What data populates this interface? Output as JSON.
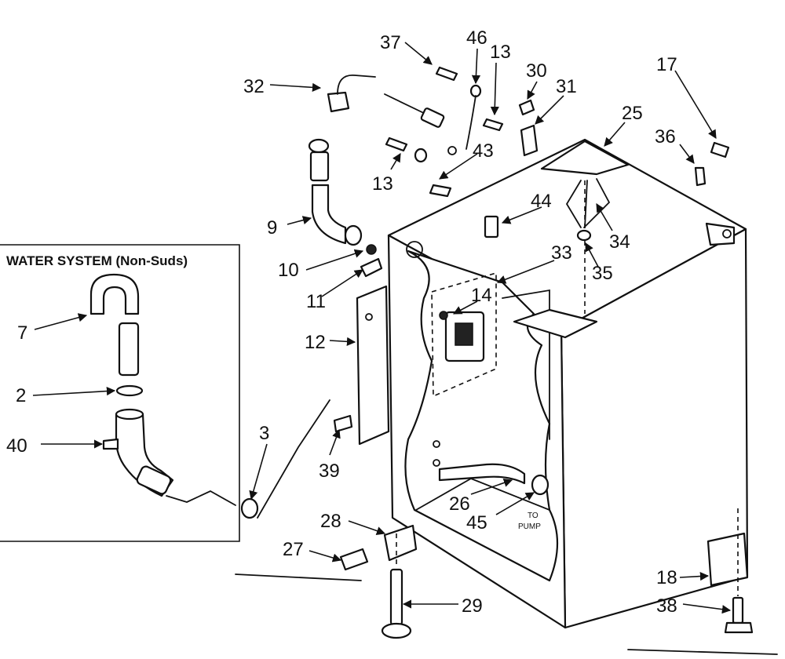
{
  "inset": {
    "title": "WATER SYSTEM (Non-Suds)"
  },
  "note": {
    "line1": "TO",
    "line2": "PUMP"
  },
  "callouts": {
    "c2": "2",
    "c3": "3",
    "c7": "7",
    "c9": "9",
    "c10": "10",
    "c11": "11",
    "c12": "12",
    "c13a": "13",
    "c13b": "13",
    "c14": "14",
    "c17": "17",
    "c18": "18",
    "c25": "25",
    "c26": "26",
    "c27": "27",
    "c28": "28",
    "c29": "29",
    "c30": "30",
    "c31": "31",
    "c32": "32",
    "c33": "33",
    "c34": "34",
    "c35": "35",
    "c36": "36",
    "c37": "37",
    "c38": "38",
    "c39": "39",
    "c40": "40",
    "c43": "43",
    "c44": "44",
    "c45": "45",
    "c46": "46"
  }
}
